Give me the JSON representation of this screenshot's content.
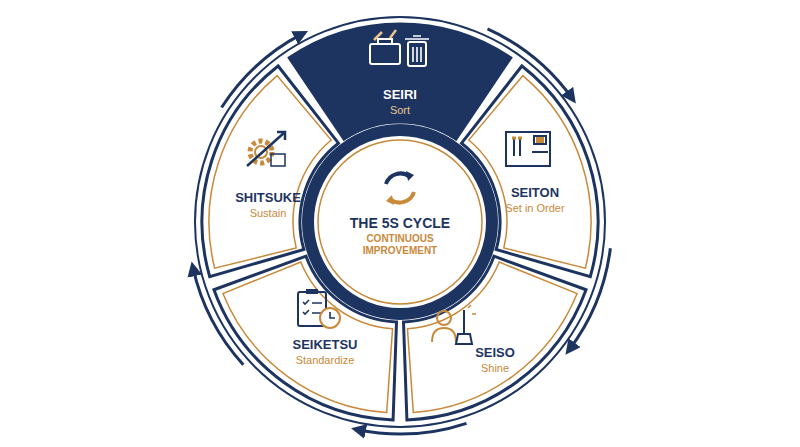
{
  "diagram": {
    "nodes": [
      {
        "text": [
          "SEIRI",
          "Sort"
        ]
      },
      {
        "text": [
          "SEITON",
          "Set in Order"
        ]
      },
      {
        "text": [
          "SEISO",
          "Shine"
        ]
      },
      {
        "text": [
          "SEIKETSU",
          "Standardize"
        ]
      },
      {
        "text": [
          "SHITSUKE",
          "Sustain"
        ]
      },
      {
        "text": [
          "THE 5S CYCLE",
          "CONTINUOUS IMPROVEMENT"
        ]
      }
    ],
    "edges": [
      {
        "from": 0,
        "to": 1,
        "arrow": "to"
      },
      {
        "from": 1,
        "to": 2,
        "arrow": "to"
      },
      {
        "from": 2,
        "to": 3,
        "arrow": "to"
      },
      {
        "from": 3,
        "to": 4,
        "arrow": "to"
      },
      {
        "from": 4,
        "to": 0,
        "arrow": "to"
      }
    ]
  }
}
